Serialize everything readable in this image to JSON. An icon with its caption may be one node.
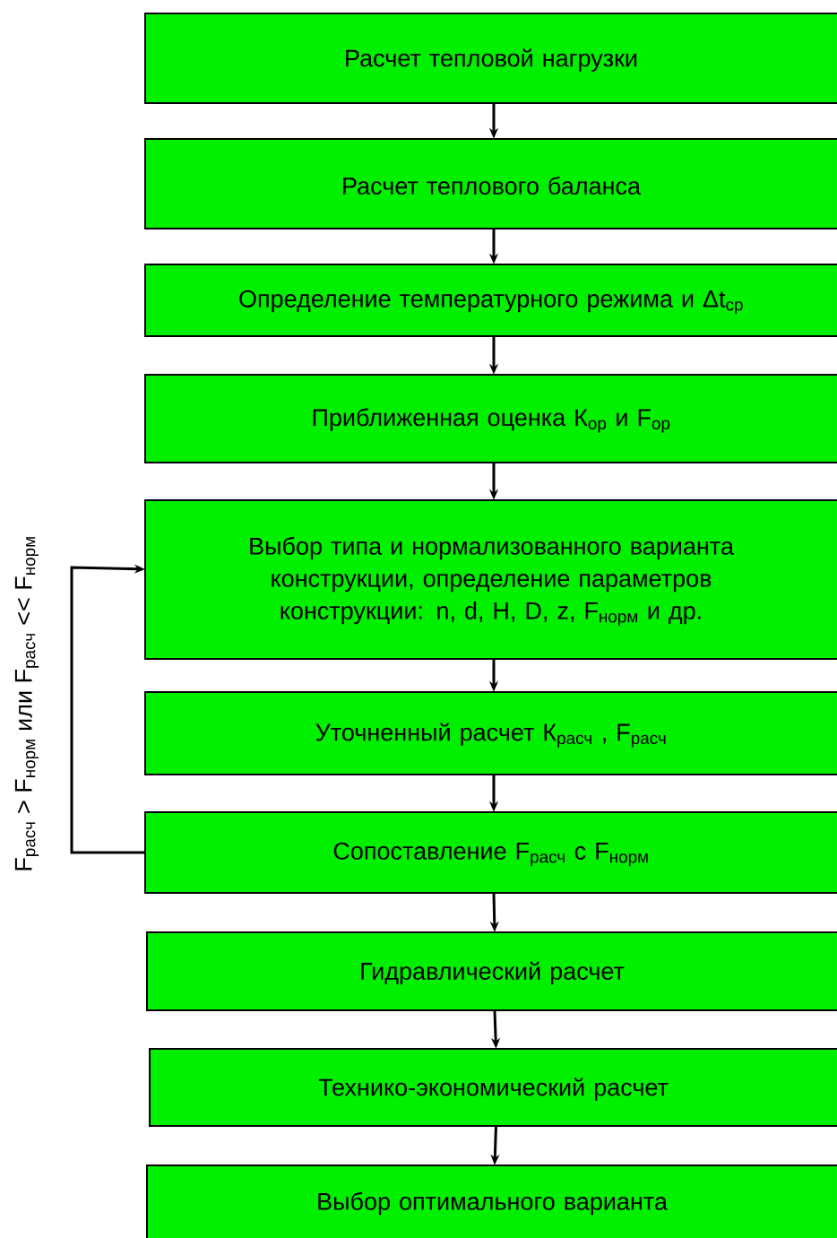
{
  "diagram": {
    "nodes": [
      {
        "text": [
          "Расчет тепловой нагрузки"
        ]
      },
      {
        "text": [
          "Расчет теплового баланса"
        ]
      },
      {
        "text": [
          "Определение температурного режима и Δt$_{ср}$"
        ]
      },
      {
        "text": [
          "Приближенная оценка К$_{ор}$ и F$_{ор}$"
        ]
      },
      {
        "text": [
          "Выбор типа и нормализованного варианта конструкции, определение параметров конструкции: n, d, H, D, z, F$_{норм}$ и др."
        ]
      },
      {
        "text": [
          "Уточненный расчет К$_{расч}$ , F$_{расч}$"
        ]
      },
      {
        "text": [
          "Сопоставление F$_{расч}$ с  F$_{норм}$"
        ]
      },
      {
        "text": [
          "Гидравлический расчет"
        ]
      },
      {
        "text": [
          "Технико-экономический расчет"
        ]
      },
      {
        "text": [
          "Выбор оптимального варианта"
        ]
      }
    ],
    "edges": [
      {
        "from": 0,
        "to": 1,
        "arrow": "to"
      },
      {
        "from": 1,
        "to": 2,
        "arrow": "to"
      },
      {
        "from": 2,
        "to": 3,
        "arrow": "to"
      },
      {
        "from": 3,
        "to": 4,
        "arrow": "to"
      },
      {
        "from": 4,
        "to": 5,
        "arrow": "to"
      },
      {
        "from": 5,
        "to": 6,
        "arrow": "to"
      },
      {
        "from": 6,
        "to": 4,
        "arrow": "to",
        "label": "F$_{расч}$ > F$_{норм}$ или F$_{расч}$ << F$_{норм}$"
      },
      {
        "from": 6,
        "to": 7,
        "arrow": "to"
      },
      {
        "from": 7,
        "to": 8,
        "arrow": "to"
      },
      {
        "from": 8,
        "to": 9,
        "arrow": "to"
      }
    ]
  }
}
